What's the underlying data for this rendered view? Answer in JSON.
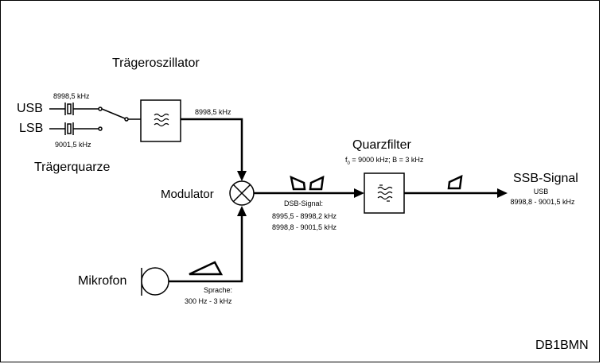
{
  "labels": {
    "carrier_oscillator": "Trägeroszillator",
    "usb": "USB",
    "lsb": "LSB",
    "usb_crystal_freq": "8998,5 kHz",
    "lsb_crystal_freq": "9001,5 kHz",
    "carrier_crystals": "Trägerquarze",
    "oscillator_output_freq": "8998,5 kHz",
    "modulator": "Modulator",
    "quartz_filter": "Quarzfilter",
    "filter_spec_f": "f",
    "filter_spec_sub": "0",
    "filter_spec_rest": " = 9000 kHz; B = 3 kHz",
    "dsb_signal": "DSB-Signal:",
    "dsb_range_lower": "8995,5 - 8998,2 kHz",
    "dsb_range_upper": "8998,8 - 9001,5 kHz",
    "ssb_signal": "SSB-Signal",
    "ssb_sideband": "USB",
    "ssb_range": "8998,8 - 9001,5 kHz",
    "microphone": "Mikrofon",
    "speech": "Sprache:",
    "speech_range": "300 Hz - 3 kHz",
    "author": "DB1BMN"
  }
}
